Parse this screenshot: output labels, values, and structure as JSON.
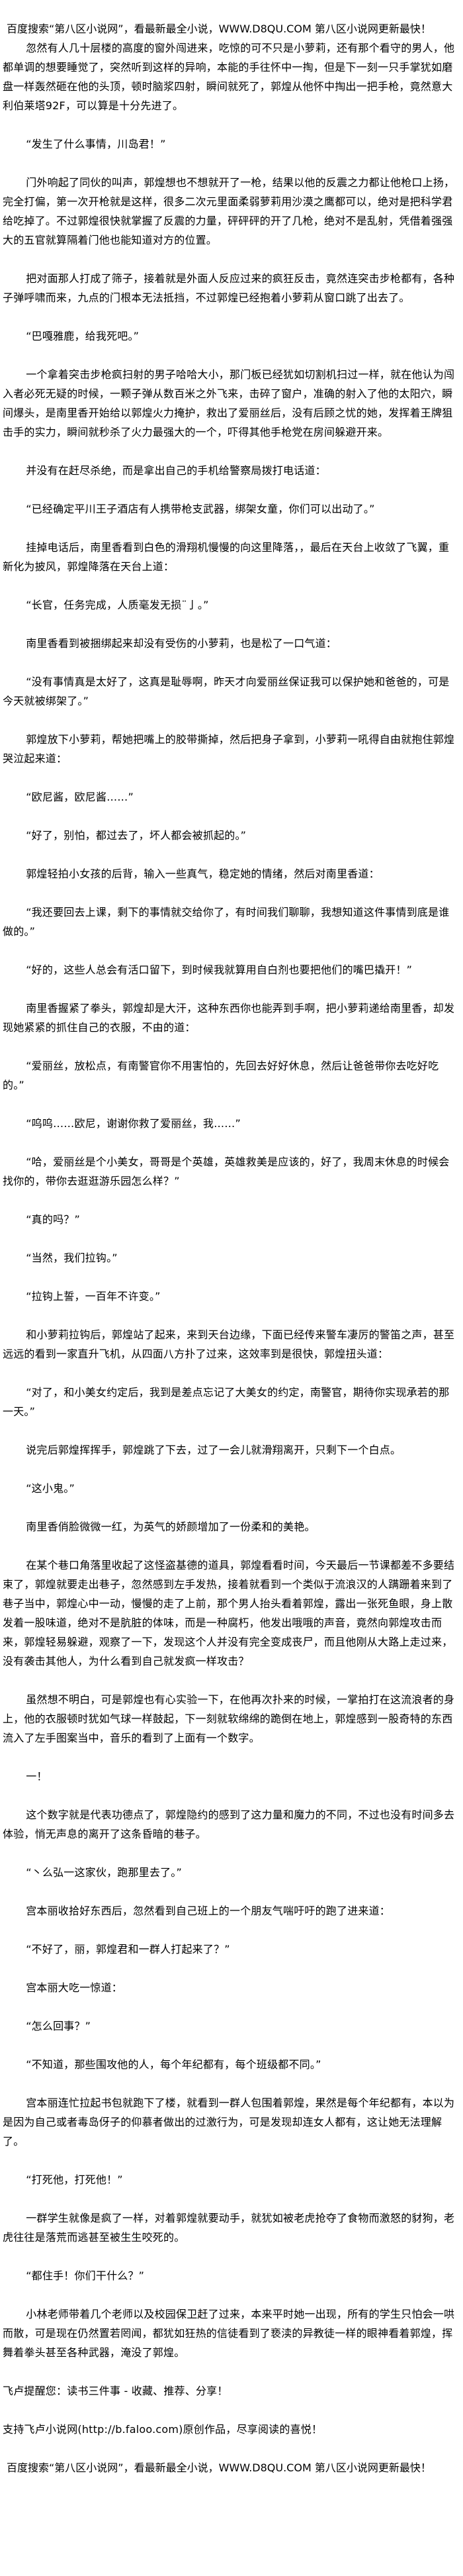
{
  "header_banner": "百度搜索“第八区小说网”，看最新最全小说，WWW.D8QU.COM  第八区小说网更新最快！",
  "paragraphs": [
    "忽然有人几十层楼的高度的窗外闯进来，吃惊的可不只是小萝莉，还有那个看守的男人，他都单调的想要睡觉了，突然听到这样的异响，本能的手往怀中一掏，但是下一刻一只手掌犹如磨盘一样轰然砸在他的头顶，顿时脑浆四射，瞬间就死了，郭煌从他怀中掏出一把手枪，竟然意大利伯莱塔92F，可以算是十分先进了。",
    "“发生了什么事情，川岛君！”",
    "门外响起了同伙的叫声，郭煌想也不想就开了一枪，结果以他的反震之力都让他枪口上扬，完全打偏，第一次开枪就是这样，很多二次元里面柔弱萝莉用沙漠之鹰都可以，绝对是把科学君给吃掉了。不过郭煌很快就掌握了反震的力量，砰砰砰的开了几枪，绝对不是乱射，凭借着强强大的五官就算隔着门他也能知道对方的位置。",
    "把对面那人打成了筛子，接着就是外面人反应过来的疯狂反击，竟然连突击步枪都有，各种子弹呼啸而来，九点的门根本无法抵挡，不过郭煌已经抱着小萝莉从窗口跳了出去了。",
    "“巴嘎雅鹿，给我死吧。”",
    "一个拿着突击步枪疯扫射的男子哈哈大小，那门板已经犹如切割机扫过一样，就在他认为闯入者必死无疑的时候，一颗子弹从数百米之外飞来，击碎了窗户，准确的射入了他的太阳穴，瞬间爆头，是南里香开始给以郭煌火力掩护，救出了爱丽丝后，没有后顾之忧的她，发挥着王牌狙击手的实力，瞬间就秒杀了火力最强大的一个，吓得其他手枪党在房间躲避开来。",
    "并没有在赶尽杀绝，而是拿出自己的手机给警察局拨打电话道：",
    "“已经确定平川王子酒店有人携带枪支武器，绑架女童，你们可以出动了。”",
    "挂掉电话后，南里香看到白色的滑翔机慢慢的向这里降落，，最后在天台上收敛了飞翼，重新化为披风，郭煌降落在天台上道：",
    "“长官，任务完成，人质毫发无损¨亅。”",
    "南里香看到被捆绑起来却没有受伤的小萝莉，也是松了一口气道：",
    "“没有事情真是太好了，这真是耻辱啊，昨天才向爱丽丝保证我可以保护她和爸爸的，可是今天就被绑架了。”",
    "郭煌放下小萝莉，帮她把嘴上的胶带撕掉，然后把身子拿到，小萝莉一吼得自由就抱住郭煌哭泣起来道：",
    "“欧尼酱，欧尼酱……”",
    "“好了，别怕，都过去了，坏人都会被抓起的。”",
    "郭煌轻拍小女孩的后背，输入一些真气，稳定她的情绪，然后对南里香道：",
    "“我还要回去上课，剩下的事情就交给你了，有时间我们聊聊，我想知道这件事情到底是谁做的。”",
    "“好的，这些人总会有活口留下，到时候我就算用自白剂也要把他们的嘴巴撬开！”",
    "南里香握紧了拳头，郭煌却是大汗，这种东西你也能弄到手啊，把小萝莉递给南里香，却发现她紧紧的抓住自己的衣服，不由的道：",
    "“爱丽丝，放松点，有南警官你不用害怕的，先回去好好休息，然后让爸爸带你去吃好吃的。”",
    "“呜呜……欧尼，谢谢你救了爱丽丝，我……”",
    "“哈，爱丽丝是个小美女，哥哥是个英雄，英雄救美是应该的，好了，我周末休息的时候会找你的，带你去逛逛游乐园怎么样？”",
    "“真的吗？”",
    "“当然，我们拉钩。”",
    "“拉钩上誓，一百年不许变。”",
    "和小萝莉拉钩后，郭煌站了起来，来到天台边缘，下面已经传来警车凄厉的警笛之声，甚至远远的看到一家直升飞机，从四面八方扑了过来，这效率到是很快，郭煌扭头道：",
    "“对了，和小美女约定后，我到是差点忘记了大美女的约定，南警官，期待你实现承若的那一天。”",
    "说完后郭煌挥挥手，郭煌跳了下去，过了一会儿就滑翔离开，只剩下一个白点。",
    "“这小鬼。”",
    "南里香俏脸微微一红，为英气的娇颜增加了一份柔和的美艳。",
    "在某个巷口角落里收起了这怪盗基德的道具，郭煌看看时间，今天最后一节课都差不多要结束了，郭煌就要走出巷子，忽然感到左手发热，接着就看到一个类似于流浪汉的人蹒跚着来到了巷子当中，郭煌心中一动，慢慢的走了上前，那个男人抬头看着郭煌，露出一张死鱼眼，身上散发着一股味道，绝对不是肮脏的体味，而是一种腐朽，他发出哦哦的声音，竟然向郭煌攻击而来，郭煌轻易躲避，观察了一下，发现这个人并没有完全变成丧尸，而且他刚从大路上走过来，没有袭击其他人，为什么看到自己就发疯一样攻击？",
    "虽然想不明白，可是郭煌也有心实验一下，在他再次扑来的时候，一掌拍打在这流浪者的身上，他的衣服顿时犹如气球一样鼓起，下一刻就软绵绵的跪倒在地上，郭煌感到一股奇特的东西流入了左手图案当中，音乐的看到了上面有一个数字。",
    "一！",
    "这个数字就是代表功德点了，郭煌隐约的感到了这力量和魔力的不同，不过也没有时间多去体验，悄无声息的离开了这条昏暗的巷子。",
    "“丶么弘一这家伙，跑那里去了。”",
    "宫本丽收拾好东西后，忽然看到自己班上的一个朋友气喘吁吁的跑了进来道：",
    "“不好了，丽，郭煌君和一群人打起来了？”",
    "宫本丽大吃一惊道：",
    "“怎么回事？”",
    "“不知道，那些围攻他的人，每个年纪都有，每个班级都不同。”",
    "宫本丽连忙拉起书包就跑下了楼，就看到一群人包围着郭煌，果然是每个年纪都有，本以为是因为自己或者毒岛伢子的仰慕者做出的过激行为，可是发现却连女人都有，这让她无法理解了。",
    "“打死他，打死他！”",
    "一群学生就像是疯了一样，对着郭煌就要动手，就犹如被老虎抢夺了食物而激怒的豺狗，老虎往往是落荒而逃甚至被生生咬死的。",
    "“都住手！你们干什么？”",
    "小林老师带着几个老师以及校园保卫赶了过来，本来平时她一出现，所有的学生只怕会一哄而散，可是现在仍然置若罔闻，都犹如狂热的信徒看到了亵渎的异教徒一样的眼神看着郭煌，挥舞着拳头甚至各种武器，淹没了郭煌。"
  ],
  "footer": {
    "reminder": "飞卢提醒您：读书三件事 - 收藏、推荐、分享！",
    "support": "支持飞卢小说网(http://b.faloo.com)原创作品，尽享阅读的喜悦！",
    "banner": "百度搜索“第八区小说网”，看最新最全小说，WWW.D8QU.COM  第八区小说网更新最快！"
  }
}
